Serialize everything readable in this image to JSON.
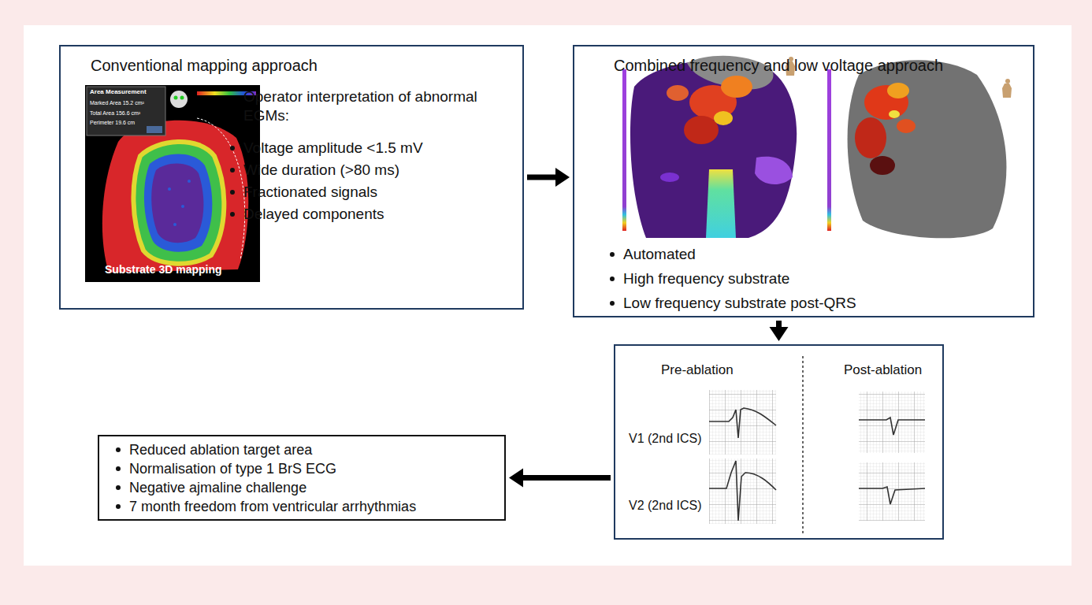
{
  "diagram": {
    "nodes": [
      {
        "text": [
          "Conventional mapping approach",
          "Operator interpretation of abnormal EGMs:",
          "Voltage amplitude <1.5 mV",
          "Wide duration (>80 ms)",
          "Fractionated signals",
          "Delayed components"
        ]
      },
      {
        "text": [
          "Combined frequency and low voltage approach",
          "Automated",
          "High frequency substrate",
          "Low frequency substrate post-QRS"
        ]
      },
      {
        "text": [
          "Pre-ablation",
          "Post-ablation",
          "V1 (2nd ICS)",
          "V2 (2nd ICS)"
        ]
      },
      {
        "text": [
          "Reduced ablation target area",
          "Normalisation of type 1 BrS ECG",
          "Negative ajmaline challenge",
          "7 month freedom from ventricular arrhythmias"
        ]
      }
    ],
    "edges": [
      {
        "from": 0,
        "to": 1,
        "arrow": "to"
      },
      {
        "from": 1,
        "to": 2,
        "arrow": "to"
      },
      {
        "from": 2,
        "to": 3,
        "arrow": "to"
      }
    ],
    "labels": [
      "Area Measurement",
      "Marked Area 15.2 cm²",
      "Total Area 156.6 cm²",
      "Perimeter 19.6 cm",
      "Substrate 3D mapping"
    ]
  }
}
